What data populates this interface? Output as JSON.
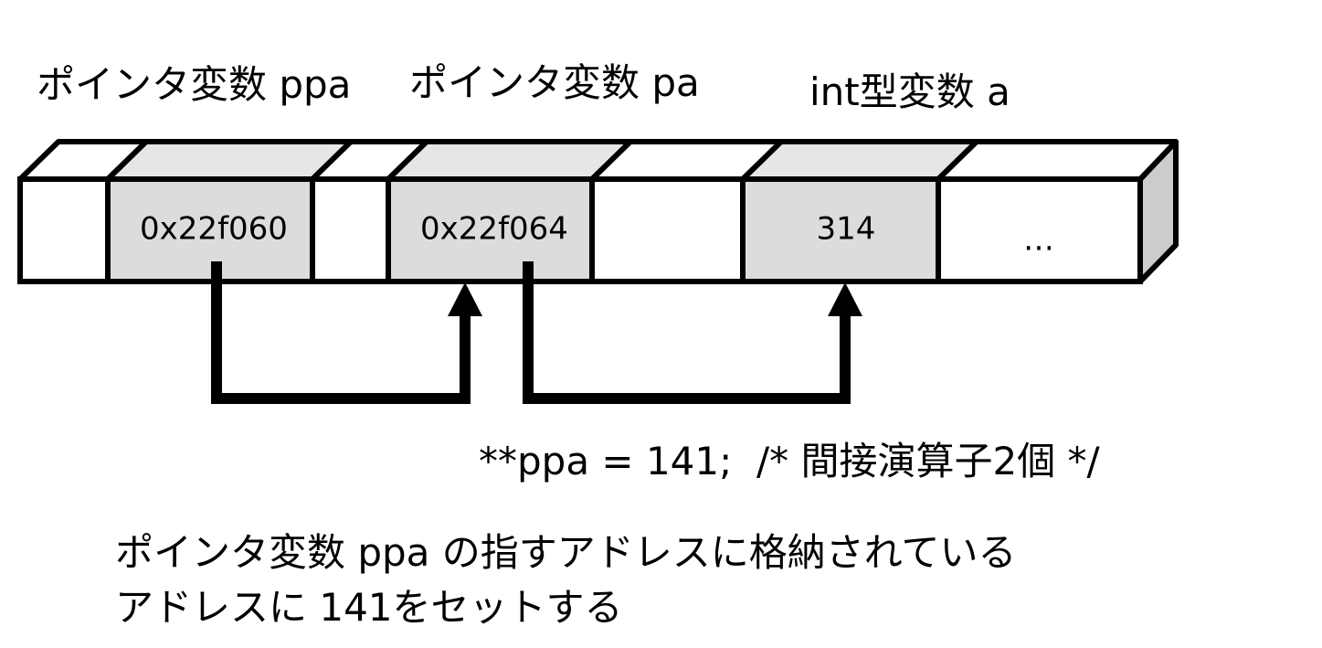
{
  "labels": {
    "ppa": "ポインタ変数 ppa",
    "pa": "ポインタ変数 pa",
    "a": "int型変数 a"
  },
  "cells": [
    {
      "value": "",
      "highlighted": false
    },
    {
      "value": "0x22f060",
      "highlighted": true
    },
    {
      "value": "",
      "highlighted": false
    },
    {
      "value": "0x22f064",
      "highlighted": true
    },
    {
      "value": "",
      "highlighted": false
    },
    {
      "value": "314",
      "highlighted": true
    },
    {
      "value": "…",
      "highlighted": false
    }
  ],
  "code_line": "**ppa = 141;  /* 間接演算子2個 */",
  "explanation": [
    "ポインタ変数 ppa の指すアドレスに格納されている",
    "アドレスに 141をセットする"
  ],
  "colors": {
    "highlight": "#dcdcdc",
    "highlight_top": "#e6e6e6",
    "plain": "#ffffff",
    "side": "#cccccc",
    "stroke": "#000000"
  }
}
